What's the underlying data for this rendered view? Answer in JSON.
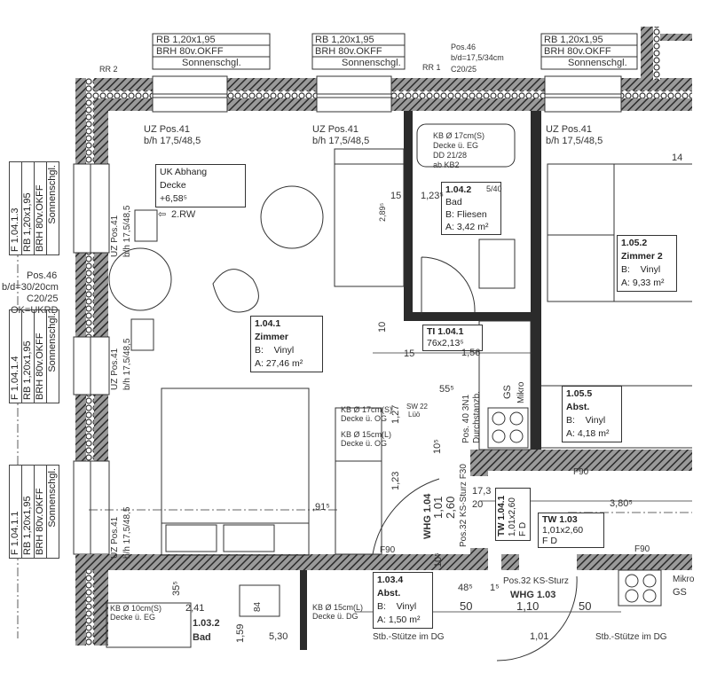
{
  "window_tags": {
    "top": {
      "rb": "RB   1,20x1,95",
      "brh": "BRH  80v.OKFF",
      "sun": "Sonnenschgl."
    },
    "left_1": {
      "id": "F 1.04.1.3",
      "rb": "RB   1,20x1,95",
      "brh": "BRH  80v.OKFF",
      "sun": "Sonnenschgl."
    },
    "left_2": {
      "id": "F 1.04.1.4",
      "rb": "RB   1,20x1,95",
      "brh": "BRH  80v.OKFF",
      "sun": "Sonnenschgl."
    },
    "left_3": {
      "id": "F 1.04.1.1",
      "rb": "RB   1,20x1,95",
      "brh": "BRH  80v.OKFF",
      "sun": "Sonnenschgl."
    }
  },
  "lintels": {
    "line1": "UZ Pos.41",
    "line2": "b/h 17,5/48,5"
  },
  "column": {
    "pos": "Pos.46",
    "dim": "b/d=30/20cm",
    "concrete": "C20/25",
    "ok": "OK=UKRD"
  },
  "rr": {
    "rr2": "RR 2",
    "rr1": "RR 1",
    "pos46": "Pos.46",
    "dim": "b/d=17,5/34cm",
    "c": "C20/25"
  },
  "ceiling_note": {
    "line1": "UK Abhang",
    "line2": "Decke",
    "line3": "+6,58⁵",
    "arrow": "2.RW"
  },
  "rooms": {
    "r1041": {
      "id": "1.04.1",
      "name": "Zimmer",
      "floor_label": "B:",
      "floor": "Vinyl",
      "area": "A: 27,46 m²"
    },
    "r1042": {
      "id": "1.04.2",
      "name": "Bad",
      "floor_label": "B:",
      "floor": "Fliesen",
      "area": "A: 3,42 m²"
    },
    "r1052": {
      "id": "1.05.2",
      "name": "Zimmer 2",
      "floor_label": "B:",
      "floor": "Vinyl",
      "area": "A: 9,33 m²"
    },
    "r1055": {
      "id": "1.05.5",
      "name": "Abst.",
      "floor_label": "B:",
      "floor": "Vinyl",
      "area": "A: 4,18 m²"
    },
    "r1034": {
      "id": "1.03.4",
      "name": "Abst.",
      "floor_label": "B:",
      "floor": "Vinyl",
      "area": "A: 1,50 m²"
    },
    "r1032": {
      "id": "1.03.2",
      "name": "Bad"
    }
  },
  "doors": {
    "ti": {
      "id": "TI 1.04.1",
      "size": "76x2,13⁵"
    },
    "tw1041": {
      "id": "TW 1.04.1",
      "size": "1,01x2,60",
      "fd": "F D"
    },
    "tw103": {
      "id": "TW 1.03",
      "size": "1,01x2,60",
      "fd": "F  D"
    },
    "whg104": "WHG 1.04",
    "whg103": "WHG 1.03"
  },
  "notes": {
    "kb17_bath": "KB Ø 17cm(S)",
    "decke_eg": "Decke ü. EG",
    "dd": "DD 21/28",
    "kb2": "ab KB2",
    "kb17": "KB Ø 17cm(S)",
    "decke_og": "Decke ü. OG",
    "kb15": "KB Ø 15cm(L)",
    "decke_og2": "Decke ü. OG",
    "sw": "SW 22",
    "lue": "Lüö",
    "pos40": "Pos. 40 3N1",
    "durch": "Durchstanzb.",
    "sturz_f30": "Pos.32 KS-Sturz F30",
    "sturz": "Pos.32 KS-Sturz",
    "f90": "F90",
    "gs": "GS",
    "mikro": "Mikro",
    "stuetze": "Stb.-Stütze im DG",
    "kb10": "KB Ø 10cm(S)",
    "decke_eg2": "Decke ü. EG",
    "kb15b": "KB Ø 15cm(L)",
    "decke_dg": "Decke ü. DG"
  },
  "dims": {
    "d15": "15",
    "d123": "1,23⁵",
    "d540": "5/40",
    "d289": "2,89⁵",
    "d10": "10",
    "d15b": "15",
    "d156": "1,56",
    "d14": "14",
    "d55": "55⁵",
    "d127": "1,27",
    "d105": "10⁵",
    "d123b": "1,23",
    "d101": "1,01",
    "d260": "2,60",
    "d173": "17,3",
    "d20": "20",
    "d380": "3,80⁵",
    "d91": ",91⁵",
    "d105b": "10⁵",
    "d48": "48⁵",
    "d15c": "1⁵",
    "d50": "50",
    "d110": "1,10",
    "d50b": "50",
    "d101b": "1,01",
    "d241": "2,41",
    "d35": "35⁵",
    "d159": "1,59",
    "d530": "5,30",
    "d84": "84"
  },
  "colors": {
    "wall": "#2b2b2b",
    "hatch": "#555555",
    "line": "#333333"
  }
}
